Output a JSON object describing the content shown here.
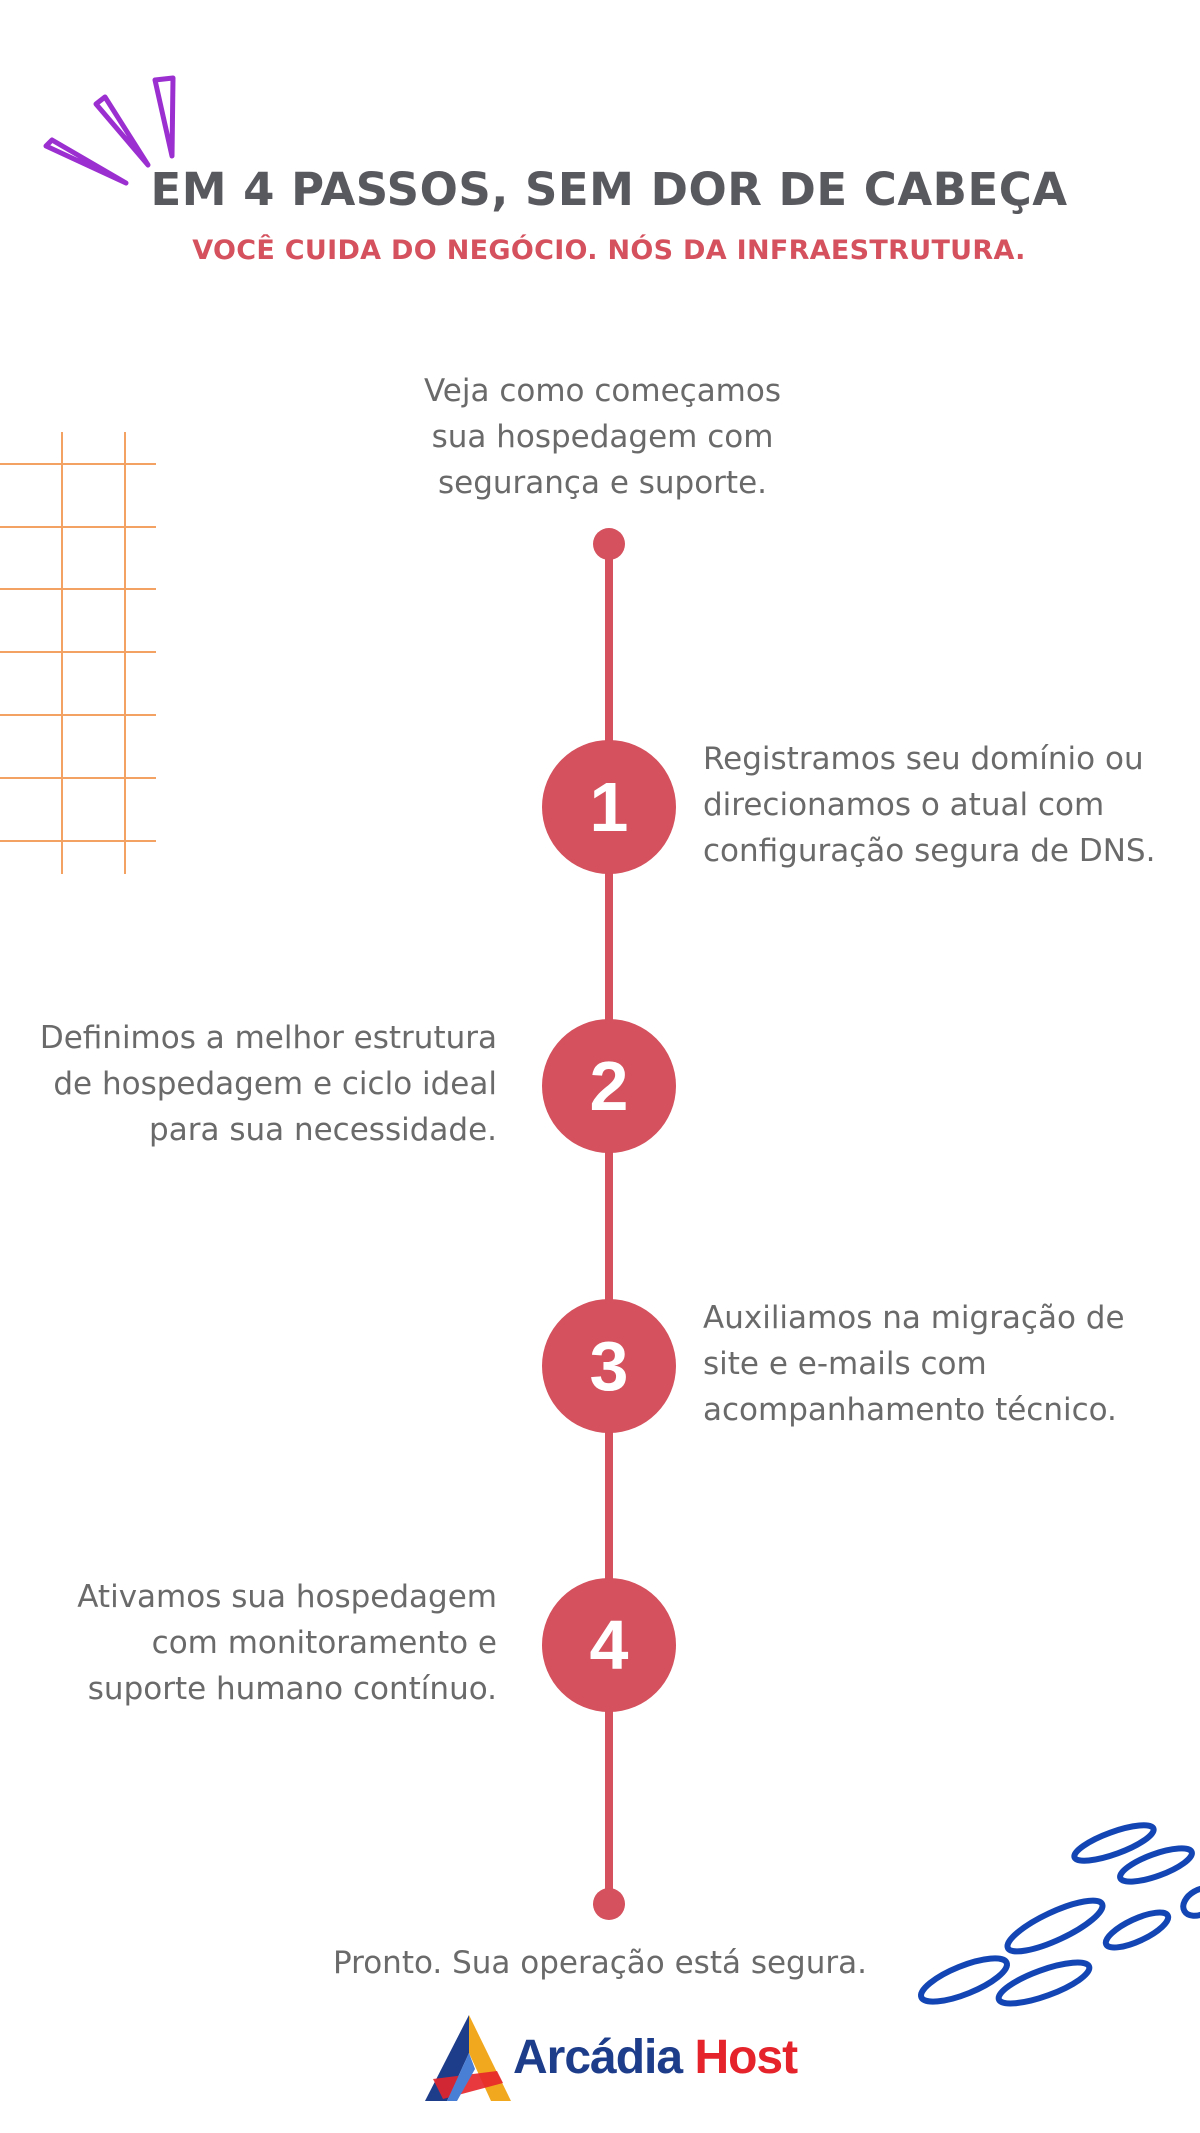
{
  "header": {
    "title": "EM 4 PASSOS, SEM DOR DE CABEÇA",
    "subtitle": "VOCÊ CUIDA DO NEGÓCIO. NÓS DA INFRAESTRUTURA."
  },
  "intro": {
    "lines": [
      "Veja como começamos",
      "sua hospedagem com",
      "segurança e suporte."
    ]
  },
  "steps": [
    {
      "number": "1",
      "lines": [
        "Registramos seu domínio ou",
        "direcionamos o atual com",
        "configuração segura de DNS."
      ]
    },
    {
      "number": "2",
      "lines": [
        "Definimos a melhor estrutura",
        "de hospedagem e ciclo ideal",
        "para sua necessidade."
      ]
    },
    {
      "number": "3",
      "lines": [
        "Auxiliamos na migração de",
        "site e e-mails com",
        "acompanhamento técnico."
      ]
    },
    {
      "number": "4",
      "lines": [
        "Ativamos sua hospedagem",
        "com monitoramento e",
        "suporte humano contínuo."
      ]
    }
  ],
  "closing": "Pronto. Sua operação está segura.",
  "logo": {
    "name_part1": "Arcádia",
    "name_part2": "Host"
  },
  "colors": {
    "accent": "#d4515d",
    "heading": "#58585f",
    "body_text": "#6a6a6a",
    "grid_orange": "#f3a263",
    "purple_deco": "#9b2fd0",
    "blue_deco": "#1346b4"
  }
}
